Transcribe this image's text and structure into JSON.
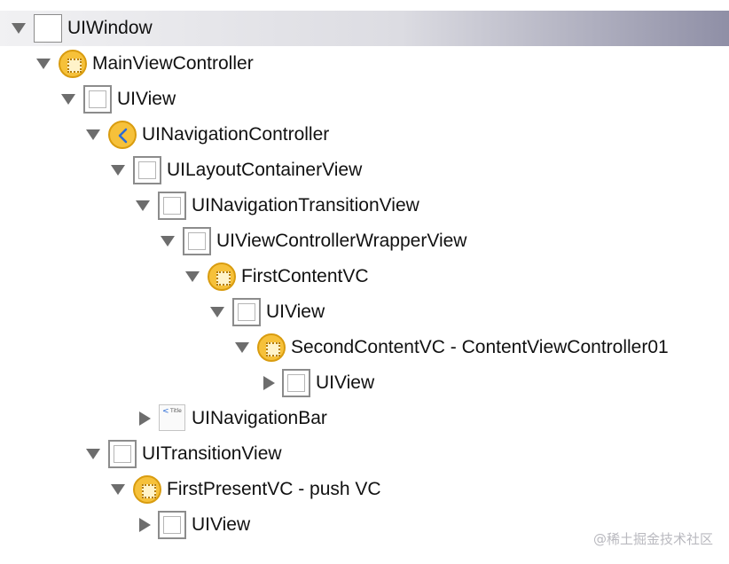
{
  "tree": [
    {
      "label": "UIWindow",
      "icon": "window-icon",
      "expanded": true
    },
    {
      "label": "MainViewController",
      "icon": "view-controller-icon",
      "expanded": true
    },
    {
      "label": "UIView",
      "icon": "view-icon",
      "expanded": true
    },
    {
      "label": "UINavigationController",
      "icon": "navigation-controller-icon",
      "expanded": true
    },
    {
      "label": "UILayoutContainerView",
      "icon": "view-icon",
      "expanded": true
    },
    {
      "label": "UINavigationTransitionView",
      "icon": "view-icon",
      "expanded": true
    },
    {
      "label": "UIViewControllerWrapperView",
      "icon": "view-icon",
      "expanded": true
    },
    {
      "label": "FirstContentVC",
      "icon": "view-controller-icon",
      "expanded": true
    },
    {
      "label": "UIView",
      "icon": "view-icon",
      "expanded": true
    },
    {
      "label": "SecondContentVC - ContentViewController01",
      "icon": "view-controller-icon",
      "expanded": true
    },
    {
      "label": "UIView",
      "icon": "view-icon",
      "expanded": false
    },
    {
      "label": "UINavigationBar",
      "icon": "navigation-bar-icon",
      "expanded": false
    },
    {
      "label": "UITransitionView",
      "icon": "view-icon",
      "expanded": true
    },
    {
      "label": "FirstPresentVC - push VC",
      "icon": "view-controller-icon",
      "expanded": true
    },
    {
      "label": "UIView",
      "icon": "view-icon",
      "expanded": false
    }
  ],
  "nav_bar_icon": {
    "chevron": "<",
    "title": "Title"
  },
  "watermark": "@稀土掘金技术社区",
  "colors": {
    "vc_fill": "#f6c13a",
    "vc_border": "#d99c0f",
    "selection_end": "#8f8fa6"
  }
}
